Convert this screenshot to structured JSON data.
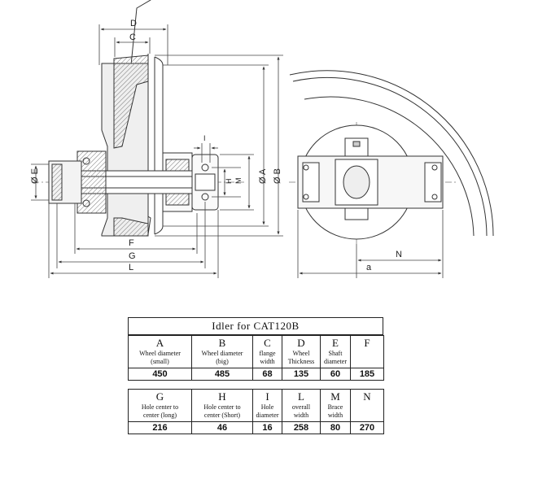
{
  "drawing": {
    "dim_labels": {
      "D": "D",
      "C": "C",
      "I": "I",
      "H": "H",
      "M": "M",
      "A": "Ø A",
      "B": "Ø B",
      "E": "Ø E",
      "F": "F",
      "G": "G",
      "L": "L",
      "N": "N",
      "a": "a"
    }
  },
  "spec": {
    "title": "Idler for CAT120B",
    "row1": [
      {
        "letter": "A",
        "desc": [
          "Wheel diameter",
          "(small)"
        ],
        "value": "450"
      },
      {
        "letter": "B",
        "desc": [
          "Wheel diameter",
          "(big)"
        ],
        "value": "485"
      },
      {
        "letter": "C",
        "desc": [
          "flange",
          "width"
        ],
        "value": "68"
      },
      {
        "letter": "D",
        "desc": [
          "Wheel",
          "Thickness"
        ],
        "value": "135"
      },
      {
        "letter": "E",
        "desc": [
          "Shaft",
          "diameter"
        ],
        "value": "60"
      },
      {
        "letter": "F",
        "desc": [
          "",
          ""
        ],
        "value": "185"
      }
    ],
    "row2": [
      {
        "letter": "G",
        "desc": [
          "Hole center to",
          "center (long)"
        ],
        "value": "216"
      },
      {
        "letter": "H",
        "desc": [
          "Hole center to",
          "center (Short)"
        ],
        "value": "46"
      },
      {
        "letter": "I",
        "desc": [
          "Hole",
          "diameter"
        ],
        "value": "16"
      },
      {
        "letter": "L",
        "desc": [
          "overall",
          "width"
        ],
        "value": "258"
      },
      {
        "letter": "M",
        "desc": [
          "Brace",
          "width"
        ],
        "value": "80"
      },
      {
        "letter": "N",
        "desc": [
          "",
          ""
        ],
        "value": "270"
      }
    ]
  }
}
